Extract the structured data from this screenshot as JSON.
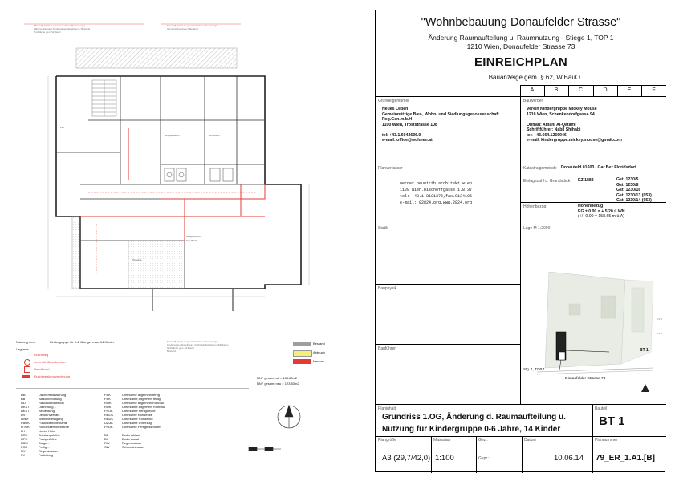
{
  "title_block": {
    "project_title": "\"Wohnbebauung Donaufelder Strasse\"",
    "subtitle": "Änderung Raumaufteilung u. Raumnutzung - Stiege 1, TOP 1",
    "address": "1210 Wien, Donaufelder Strasse 73",
    "plan_type": "EINREICHPLAN",
    "legal_basis": "Bauanzeige gem. § 62, W.BauO",
    "columns": [
      "A",
      "B",
      "C",
      "D",
      "E",
      "F"
    ]
  },
  "fields": {
    "grundeigentuemer": {
      "label": "Grundeigentümer",
      "lines": [
        "Neues Leben",
        "Gemeinnützige Bau-, Wohn- und Siedlungsgenossenschaft",
        "Reg.Gen.m.b.H",
        "1100 Wien, Troststrasse 108",
        "",
        "tel: +43.1.6042636.0",
        "e-mail: office@wohnen.at"
      ]
    },
    "bauwerber": {
      "label": "Bauwerber",
      "lines": [
        "Verein Kindergruppe Mickey Mouse",
        "1210 Wien, Schenkendorfgasse 94",
        "",
        "Obfrau: Amani Al-Qatami",
        "Schriftführer: Nabil Shihabi",
        "tel: +43.664.1266946",
        "e-mail: kindergruppe.mickey.mouse@gmail.com"
      ]
    },
    "planverfasser": {
      "label": "Planverfasser",
      "lines": [
        "werner neuwirth.architekt.wien",
        "1120 wien.bischoffgasse 1.8.37",
        "tel: +43.1.8101376,fax.8134195",
        "e-mail: 02824.org.www.2824.org"
      ]
    },
    "katastralgemeinde": {
      "label": "Katastralgemeinde",
      "value": "Donaufeld 01603 / Gar.Bez.Floridsdorf"
    },
    "einlagezahl": {
      "label": "Einlagezahl u. Grundstück",
      "ez": "EZ.1883",
      "plots": [
        "Gst. 1230/5",
        "Gst. 1230/8",
        "Gst. 1230/16",
        "Gst. 1230/13 (053)",
        "Gst. 1230/14 (053)"
      ]
    },
    "hoehenbezug": {
      "label": "Höhenbezug",
      "lines": [
        "Höhenbezug",
        "EG ± 0.00 = + 5.20 ü.WN",
        "(+/- 0.00 = 158.65 m ü.A)"
      ]
    },
    "statik": {
      "label": "Statik"
    },
    "bauphysik": {
      "label": "Bauphysik"
    },
    "bauführer": {
      "label": "Bauführer"
    },
    "lageplan": {
      "label": "Lage M 1:2000"
    }
  },
  "site_plan": {
    "labels": [
      "Stg. 1, TOP 1",
      "BT 1",
      "Donaufelder Strasse 73"
    ]
  },
  "plan_info": {
    "planinhalt_label": "Planinhalt",
    "planinhalt_line1": "Grundriss 1.OG, Änderung d. Raumaufteilung u.",
    "planinhalt_line2": "Nutzung für Kindergruppe 0-6 Jahre, 14 Kinder",
    "bauteil_label": "Bauteil",
    "bauteil": "BT 1",
    "format_label": "Plangröße",
    "format": "A3 (29,7/42,0)",
    "massstab_label": "Massstab",
    "massstab": "1:100",
    "gez_label": "Gez.:",
    "gepr_label": "Gepr.:",
    "datum_label": "Datum",
    "datum": "10.06.14",
    "plannummer_label": "Plannummer",
    "plannummer": "79_ER_1.A1.[B]"
  },
  "legend": {
    "title": "Nutzung neu",
    "subtitle": "Legende",
    "header_note": "Kindergruppe für 0-6 Jährige, max. 14 Kinder",
    "items": [
      {
        "symbol": "Fluchtweg",
        "color": "#e53935"
      },
      {
        "symbol": "versenkt. Brandmelder",
        "color": "#e53935"
      },
      {
        "symbol": "Handfeuerl.",
        "color": "#e53935"
      },
      {
        "symbol": "Fluchtwegkennzeichnung",
        "color": "#e53935"
      }
    ],
    "colors": [
      {
        "label": "Bestand",
        "color": "#9e9e9e"
      },
      {
        "label": "Abbruch",
        "color": "#f5ef7a"
      },
      {
        "label": "Neubau",
        "color": "#e53935"
      }
    ],
    "areas": [
      "NNF gesamt alt = 134.88m2",
      "NNF gesamt neu = 123.53m2"
    ],
    "abbreviations": [
      [
        "DB",
        "Dachentwässerung"
      ],
      [
        "BB",
        "Balkonbelüftung"
      ],
      [
        "RD",
        "Rauchdurchbruch"
      ],
      [
        "DKST",
        "Dämmung..."
      ],
      [
        "BKST",
        "Bekleidung"
      ],
      [
        "DV",
        "Deckenversatz"
      ],
      [
        "IWBF",
        "Wandbefestigung"
      ],
      [
        "FBOK",
        "Fußbodenoberkante"
      ],
      [
        "RTOK",
        "Rohdeckenoberkante"
      ],
      [
        "LH",
        "Lichte Höhe"
      ],
      [
        "BRH",
        "Brüstungshöhe"
      ],
      [
        "RPH",
        "Parapethöhe"
      ],
      [
        "ZBW",
        "Zarge..."
      ],
      [
        "FOK",
        "Fertig..."
      ],
      [
        "RV",
        "Regenwasser"
      ],
      [
        "FV",
        "Fallleitung"
      ]
    ],
    "abbreviations_right": [
      [
        "FBK",
        "Oberkante allgemein fertig"
      ],
      [
        "FBK",
        "Unterkante allgemein fertig"
      ],
      [
        "ROK",
        "Oberkante allgemein Rohbau"
      ],
      [
        "RUK",
        "Unterkante allgemein Rohbau"
      ],
      [
        "FFOK",
        "Unterkante Fertigdecke"
      ],
      [
        "RBOK",
        "Oberkante Rohdecke"
      ],
      [
        "RBUK",
        "Unterkante Rohdecke"
      ],
      [
        "UZUK",
        "Unterkante Unterzug"
      ],
      [
        "FFOK",
        "Oberkante Fertigfussboden"
      ],
      [
        "BB",
        "Bodenablauf"
      ],
      [
        "BK",
        "Bodenkanal"
      ],
      [
        "RW",
        "Regenwasser"
      ],
      [
        "SW",
        "Schmutzwasser"
      ]
    ]
  },
  "colors": {
    "red": "#e53935",
    "yellow": "#f5ef7a",
    "gray": "#9e9e9e"
  }
}
